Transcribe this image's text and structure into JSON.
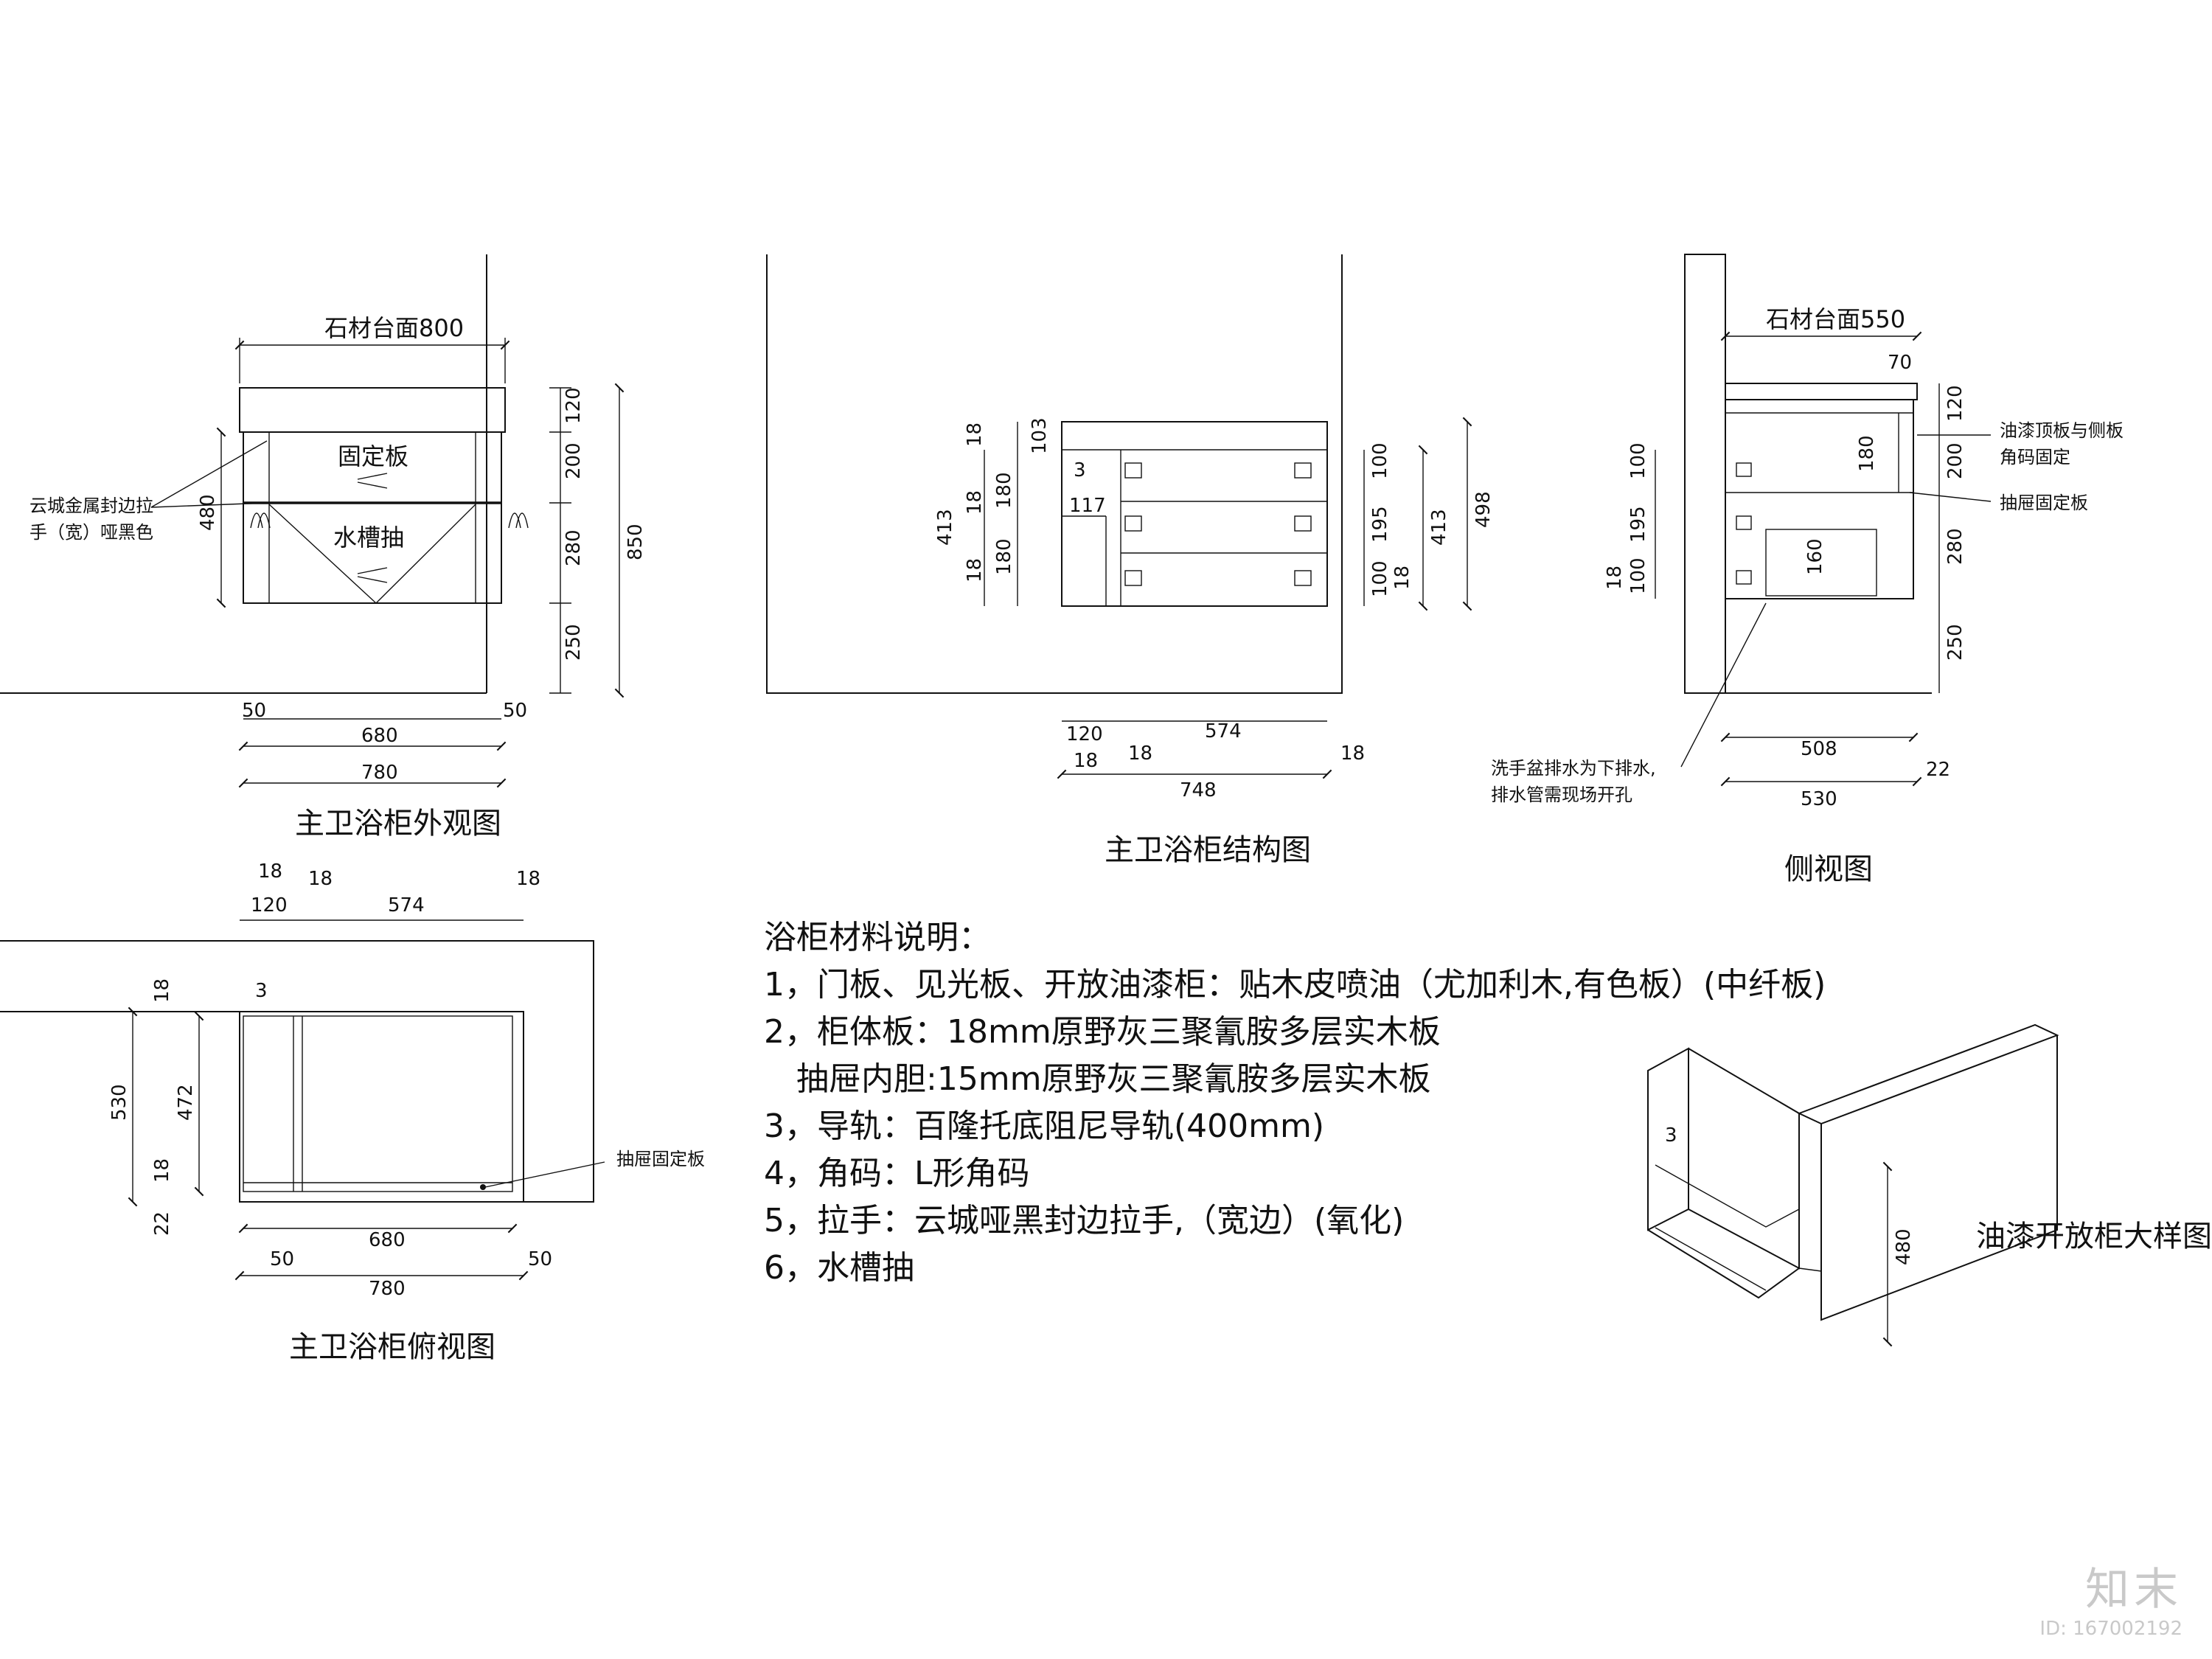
{
  "views": {
    "front": {
      "title": "主卫浴柜外观图",
      "top_label": "石材台面800",
      "panel_fixed": "固定板",
      "panel_sink": "水槽抽",
      "handle_note_1": "云城金属封边拉",
      "handle_note_2": "手（宽）哑黑色",
      "dims": {
        "left_height": "480",
        "r_120": "120",
        "r_200": "200",
        "r_280": "280",
        "r_250": "250",
        "total_850": "850",
        "b_50_left": "50",
        "b_50_right": "50",
        "b_680": "680",
        "b_780": "780"
      }
    },
    "structure": {
      "title": "主卫浴柜结构图",
      "dims": {
        "l_18a": "18",
        "l_103": "103",
        "l_3": "3",
        "l_117": "117",
        "l_18b": "18",
        "l_180a": "180",
        "l_413": "413",
        "l_18c": "18",
        "l_180b": "180",
        "r_100a": "100",
        "r_195": "195",
        "r_100b": "100",
        "r_18": "18",
        "r_413": "413",
        "r_498": "498",
        "b_120": "120",
        "b_574": "574",
        "b_18a": "18",
        "b_18b": "18",
        "b_18c": "18",
        "b_748": "748"
      }
    },
    "side": {
      "title": "侧视图",
      "top_label": "石材台面550",
      "note_corner_1": "油漆顶板与侧板",
      "note_corner_2": "角码固定",
      "note_drawer_plate": "抽屉固定板",
      "note_drain_1": "洗手盆排水为下排水,",
      "note_drain_2": "排水管需现场开孔",
      "dims": {
        "t_70": "70",
        "r_120": "120",
        "r_200": "200",
        "r_280": "280",
        "r_250": "250",
        "i_180": "180",
        "i_160": "160",
        "l_100a": "100",
        "l_195": "195",
        "l_100b": "100",
        "l_18": "18",
        "b_508": "508",
        "b_22": "22",
        "b_530": "530"
      }
    },
    "plan": {
      "title": "主卫浴柜俯视图",
      "note_drawer_plate": "抽屉固定板",
      "dims": {
        "t_18a": "18",
        "t_18b": "18",
        "t_120": "120",
        "t_574": "574",
        "t_18c": "18",
        "l_18a": "18",
        "l_3": "3",
        "l_530": "530",
        "l_472": "472",
        "l_18b": "18",
        "l_22": "22",
        "b_680": "680",
        "b_50a": "50",
        "b_50b": "50",
        "b_780": "780"
      }
    },
    "detail": {
      "title": "油漆开放柜大样图",
      "dim_3": "3",
      "dim_480": "480"
    }
  },
  "materials": {
    "heading": "浴柜材料说明：",
    "lines": [
      "1，门板、见光板、开放油漆柜：贴木皮喷油（尤加利木,有色板）(中纤板)",
      "2，柜体板：18mm原野灰三聚氰胺多层实木板",
      "　抽屉内胆:15mm原野灰三聚氰胺多层实木板",
      "3，导轨：百隆托底阻尼导轨(400mm)",
      "4，角码：L形角码",
      "5，拉手：云城哑黑封边拉手,（宽边）(氧化)",
      "6，水槽抽"
    ]
  },
  "watermark": {
    "logo": "知末",
    "id": "ID: 167002192"
  }
}
